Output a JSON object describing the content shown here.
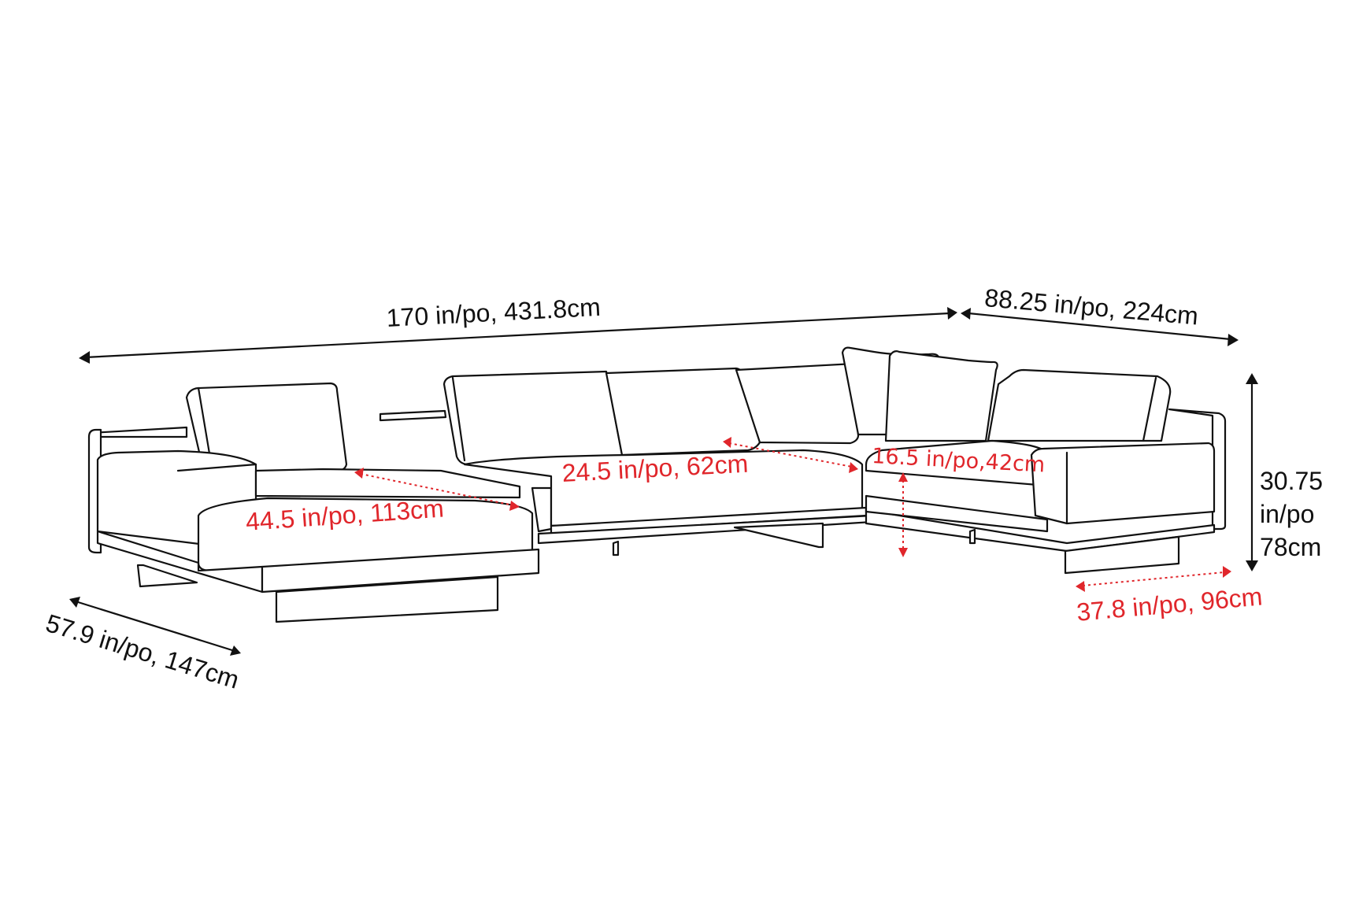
{
  "diagram": {
    "title": "U-shaped modular sectional sofa dimension drawing",
    "colors": {
      "line": "#111111",
      "dimension_black": "#111111",
      "dimension_red": "#e0262b",
      "background": "#ffffff"
    },
    "dimensions": {
      "overall_width": {
        "label": "170 in/po, 431.8cm",
        "inches": 170,
        "cm": 431.8
      },
      "return_width": {
        "label": "88.25 in/po, 224cm",
        "inches": 88.25,
        "cm": 224
      },
      "overall_height": {
        "line1": "30.75",
        "line2": "in/po",
        "line3": "78cm",
        "inches": 30.75,
        "cm": 78
      },
      "chaise_depth": {
        "label": "57.9 in/po, 147cm",
        "inches": 57.9,
        "cm": 147
      },
      "chaise_seat_depth": {
        "label": "44.5 in/po, 113cm",
        "inches": 44.5,
        "cm": 113
      },
      "seat_depth": {
        "label": "24.5 in/po, 62cm",
        "inches": 24.5,
        "cm": 62
      },
      "seat_height": {
        "label": "16.5 in/po,42cm",
        "inches": 16.5,
        "cm": 42
      },
      "return_depth": {
        "label": "37.8 in/po, 96cm",
        "inches": 37.8,
        "cm": 96
      }
    }
  }
}
